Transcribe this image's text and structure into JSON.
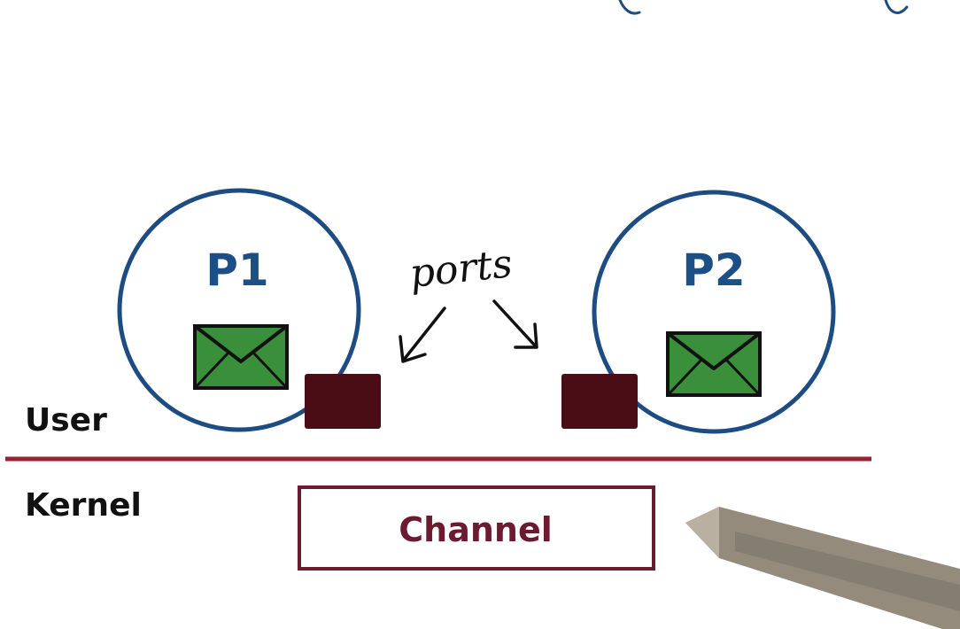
{
  "diagram": {
    "processes": [
      {
        "label": "P1"
      },
      {
        "label": "P2"
      }
    ],
    "ports_annotation": "ports",
    "layers": {
      "user": "User",
      "kernel": "Kernel"
    },
    "channel": {
      "label": "Channel"
    },
    "icons": {
      "message": "envelope-icon",
      "port": "port-square",
      "pen": "pen-icon"
    },
    "colors": {
      "process_text": "#1c4f86",
      "process_circle": "#1d4c82",
      "envelope_fill": "#3a8f3a",
      "port_fill": "#4a0d16",
      "divider": "#9b2230",
      "channel_border": "#6b1a30",
      "channel_text": "#6b1a30",
      "layer_text": "#111111",
      "annotation": "#111111",
      "pen": "#8a7f70"
    }
  }
}
